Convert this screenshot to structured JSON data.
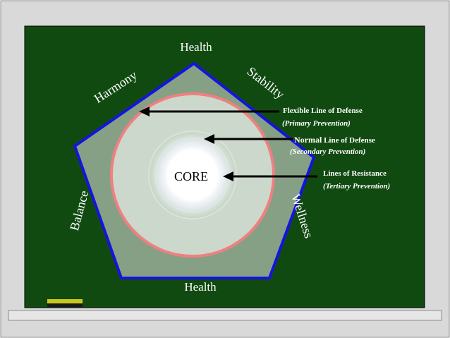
{
  "labels": {
    "top": "Health",
    "bottom": "Health",
    "upper_left": "Harmony",
    "upper_right": "Stability",
    "lower_left": "Balance",
    "lower_right": "Wellness",
    "core": "CORE"
  },
  "annotations": {
    "flexible": {
      "title": "Flexible Line of Defense",
      "subtitle": "(Primary Prevention)"
    },
    "normal": {
      "title_bold": "Normal",
      "title_rest": " Line of Defense",
      "subtitle": "(Secondary Prevention)"
    },
    "resistance": {
      "title": "Lines of Resistance",
      "subtitle": "(Tertiary Prevention)"
    }
  },
  "colors": {
    "board_green": "#114a11",
    "frame_gray": "#d9d9d9",
    "pentagon_fill": "#86a086",
    "pentagon_stroke": "#1414e0",
    "flexible_circle": "#f08080",
    "normal_circle": "#cdd8cd",
    "core_fill": "#ffffff",
    "chalk_yellow": "#c8c81e"
  },
  "icons": [
    "arrow-flexible",
    "arrow-normal",
    "arrow-resistance",
    "chalk-eraser-icon"
  ]
}
